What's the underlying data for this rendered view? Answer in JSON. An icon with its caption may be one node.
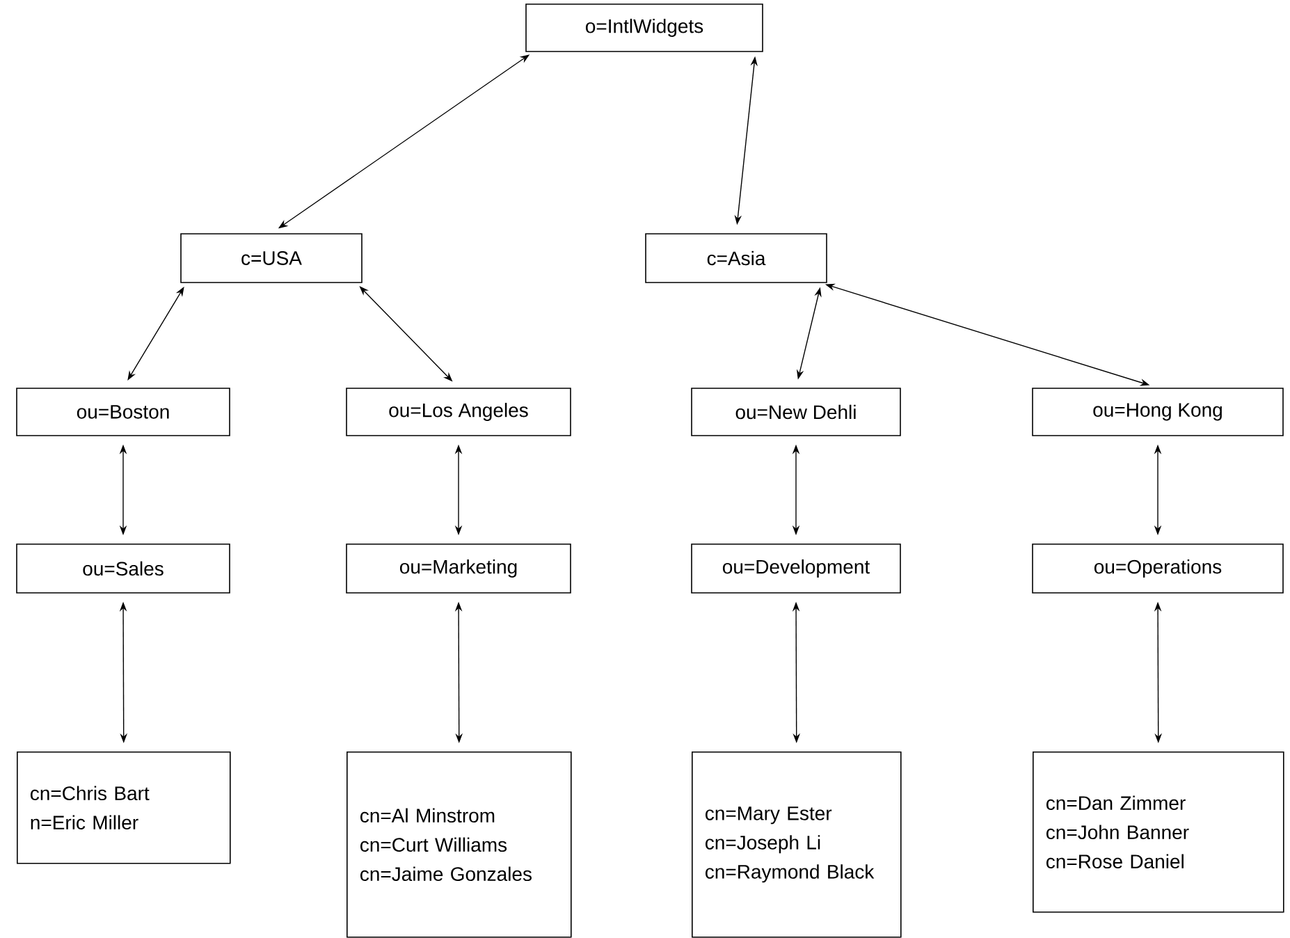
{
  "diagram": {
    "nodes": [
      {
        "text": [
          "o=IntlWidgets"
        ]
      },
      {
        "text": [
          "c=USA"
        ]
      },
      {
        "text": [
          "c=Asia"
        ]
      },
      {
        "text": [
          "ou=Boston"
        ]
      },
      {
        "text": [
          "ou=Los Angeles"
        ]
      },
      {
        "text": [
          "ou=New Dehli"
        ]
      },
      {
        "text": [
          "ou=Hong Kong"
        ]
      },
      {
        "text": [
          "ou=Sales"
        ]
      },
      {
        "text": [
          "ou=Marketing"
        ]
      },
      {
        "text": [
          "ou=Development"
        ]
      },
      {
        "text": [
          "ou=Operations"
        ]
      },
      {
        "text": [
          "cn=Chris Bart",
          "n=Eric Miller"
        ]
      },
      {
        "text": [
          "cn=Al Minstrom",
          "cn=Curt Williams",
          "cn=Jaime Gonzales"
        ]
      },
      {
        "text": [
          "cn=Mary Ester",
          "cn=Joseph Li",
          "cn=Raymond Black"
        ]
      },
      {
        "text": [
          "cn=Dan Zimmer",
          "cn=John Banner",
          "cn=Rose Daniel"
        ]
      }
    ],
    "edges": [
      {
        "from": 0,
        "to": 1,
        "arrow": "both"
      },
      {
        "from": 0,
        "to": 2,
        "arrow": "both"
      },
      {
        "from": 1,
        "to": 3,
        "arrow": "both"
      },
      {
        "from": 1,
        "to": 4,
        "arrow": "both"
      },
      {
        "from": 2,
        "to": 5,
        "arrow": "both"
      },
      {
        "from": 2,
        "to": 6,
        "arrow": "both"
      },
      {
        "from": 3,
        "to": 7,
        "arrow": "both"
      },
      {
        "from": 4,
        "to": 8,
        "arrow": "both"
      },
      {
        "from": 5,
        "to": 9,
        "arrow": "both"
      },
      {
        "from": 6,
        "to": 10,
        "arrow": "both"
      },
      {
        "from": 7,
        "to": 11,
        "arrow": "both"
      },
      {
        "from": 8,
        "to": 12,
        "arrow": "both"
      },
      {
        "from": 9,
        "to": 13,
        "arrow": "both"
      },
      {
        "from": 10,
        "to": 14,
        "arrow": "both"
      }
    ]
  }
}
